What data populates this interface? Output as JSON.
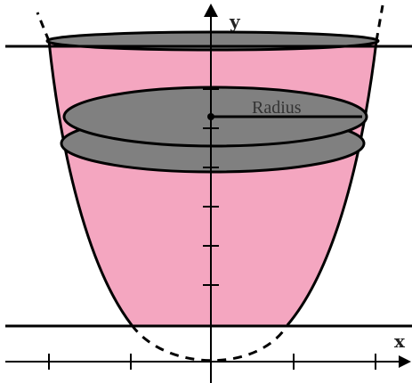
{
  "labels": {
    "y_axis": "y",
    "x_axis": "x",
    "radius": "Radius"
  },
  "colors": {
    "solid_fill": "#f4a6c0",
    "disc_fill": "#808080",
    "line": "#000000",
    "background": "#ffffff"
  },
  "shapes": {
    "curve": "parabola",
    "solid": "paraboloid-of-revolution",
    "cross_sections": 2
  }
}
